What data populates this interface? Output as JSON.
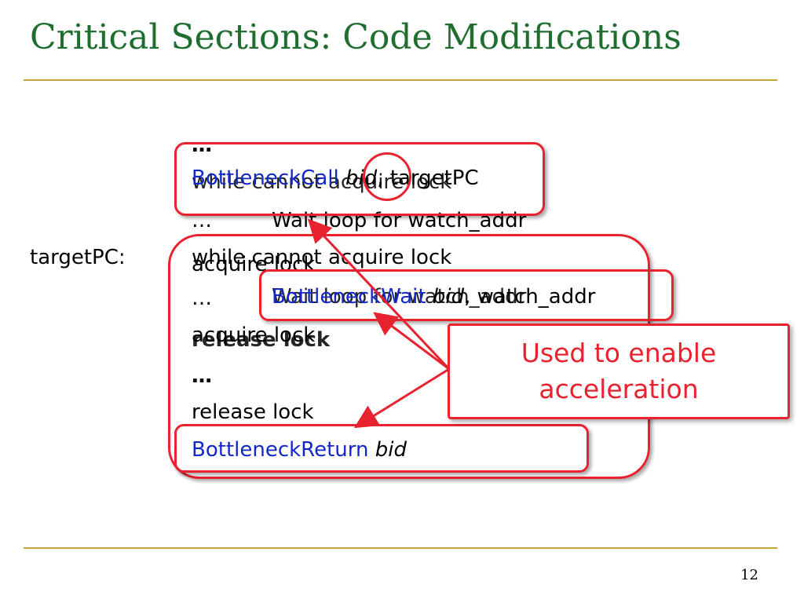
{
  "slide": {
    "title": "Critical Sections: Code Modifications",
    "page_number": "12",
    "target_label": "targetPC:",
    "callout_line1": "Used to enable",
    "callout_line2": "acceleration"
  },
  "code": {
    "ellipsis_bold_1": "…",
    "call_kw": "BottleneckCall",
    "call_bid": "bid",
    "call_rest": ", targetPC",
    "ghost_while": "while cannot acquire lock",
    "ellipsis_1": "…",
    "wait_loop_1": "Wait loop for watch_addr",
    "ghost_while_2": "while cannot acquire lock",
    "acquire_1": "acquire lock",
    "ellipsis_2": "…",
    "wait_kw": "BottleneckWait",
    "wait_bid": "bid",
    "wait_rest": ", watch_addr",
    "ghost_wait_loop": "Wait loop for watch_addr",
    "acquire_2": "acquire lock",
    "release_ghost": "release lock",
    "ellipsis_bold_2": "…",
    "release_2": "release lock",
    "return_kw": "BottleneckReturn",
    "return_bid": "bid"
  },
  "colors": {
    "title": "#1f6e30",
    "rule": "#c9a23a",
    "accent_red": "#e8222e",
    "keyword_blue": "#1428c8"
  }
}
